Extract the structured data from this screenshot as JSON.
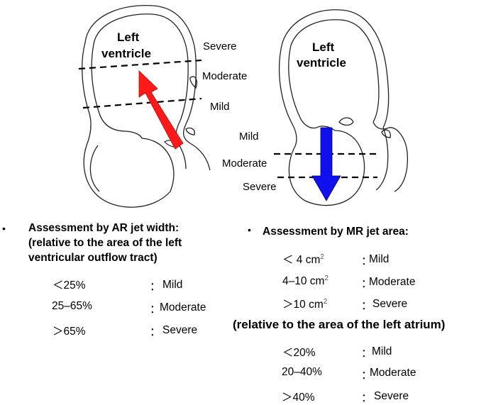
{
  "left_diagram": {
    "title_line1": "Left",
    "title_line2": "ventricle",
    "grade_labels": [
      "Severe",
      "Moderate",
      "Mild"
    ],
    "arrow_color": "#ff1a1a"
  },
  "right_diagram": {
    "title_line1": "Left",
    "title_line2": "ventricle",
    "grade_labels": [
      "Mild",
      "Moderate",
      "Severe"
    ],
    "arrow_color": "#1010ee"
  },
  "ar_assessment": {
    "bullet": "•",
    "heading_lines": [
      "Assessment by AR jet width:",
      "(relative to the area of the left",
      "ventricular outflow tract)"
    ],
    "rows": [
      {
        "value": "＜25%",
        "sep": "：",
        "grade": "Mild"
      },
      {
        "value": "25–65%",
        "sep": "：",
        "grade": "Moderate"
      },
      {
        "value": "＞65%",
        "sep": "：",
        "grade": "Severe"
      }
    ]
  },
  "mr_assessment": {
    "bullet": "•",
    "heading": "Assessment by MR jet area:",
    "area_unit": "cm",
    "area_unit_sup": "2",
    "area_rows": [
      {
        "value": "＜ 4",
        "sep": "：",
        "grade": "Mild"
      },
      {
        "value": "4–10",
        "sep": "：",
        "grade": "Moderate"
      },
      {
        "value": "＞10",
        "sep": "：",
        "grade": "Severe"
      }
    ],
    "relative_heading": "(relative to the area of the left atrium)",
    "relative_rows": [
      {
        "value": "＜20%",
        "sep": "：",
        "grade": "Mild"
      },
      {
        "value": "20–40%",
        "sep": "：",
        "grade": "Moderate"
      },
      {
        "value": "＞40%",
        "sep": "：",
        "grade": "Severe"
      }
    ]
  }
}
